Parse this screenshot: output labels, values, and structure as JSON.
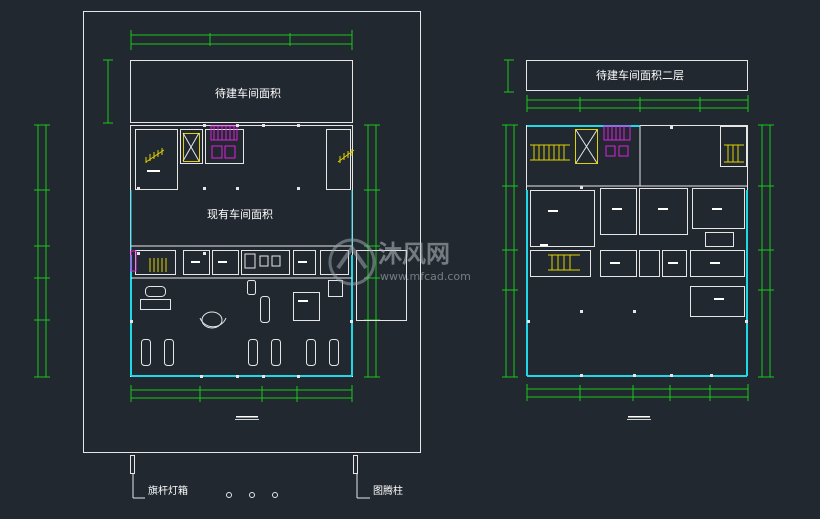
{
  "labels": {
    "new_workshop_area": "待建车间面积",
    "existing_workshop_area": "现有车间面积",
    "new_workshop_area_floor2": "待建车间面积二层",
    "flag_light_box": "旗杆灯箱",
    "totem_pole": "图腾柱"
  },
  "watermark": {
    "cn": "沐风网",
    "url": "www.mfcad.com"
  },
  "colors": {
    "background": "#212830",
    "line_white": "#e6e6e6",
    "dim_green": "#19c819",
    "wall_cyan": "#20d8e8",
    "stair_yellow": "#e0d200",
    "fixture_magenta": "#e020e0"
  }
}
